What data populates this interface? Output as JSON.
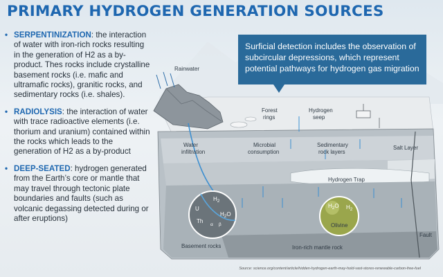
{
  "title": "PRIMARY HYDROGEN GENERATION SOURCES",
  "bullets": [
    {
      "term": "SERPENTINIZATION",
      "text": ": the interaction of water with iron-rich rocks resulting in the generation of H2 as a by-product. Thes rocks include crystalline basement rocks (i.e. mafic and ultramafic rocks), granitic rocks, and sedimentary rocks (i.e. shales)."
    },
    {
      "term": "RADIOLYSIS",
      "text": ": the interaction of water with trace radioactive elements (i.e. thorium and uranium) contained within the rocks which leads to the generation of H2 as a by-product"
    },
    {
      "term": "DEEP-SEATED",
      "text": ": hydrogen generated from the Earth’s core or mantle that may travel through tectonic plate boundaries and faults (such as volcanic degassing detected during or after eruptions)"
    }
  ],
  "callout": "Surficial detection includes the observation of subcircular depressions, which represent potential pathways for hydrogen gas migration",
  "diagram": {
    "rainwater": "Rainwater",
    "forest_rings": [
      "Forest",
      "rings"
    ],
    "hydrogen_seep": [
      "Hydrogen",
      "seep"
    ],
    "water_infiltration": [
      "Water",
      "infiltration"
    ],
    "microbial_consumption": [
      "Microbial",
      "consumption"
    ],
    "sedimentary_rock_layers": [
      "Sedimentary",
      "rock layers"
    ],
    "salt_layer": "Salt Layer",
    "hydrogen_trap": "Hydrogen Trap",
    "basement_rocks": "Basement rocks",
    "iron_rich_mantle_rock": "Iron-rich mantle rock",
    "fault": "Fault",
    "olivine": "Olivine",
    "uranium": "U",
    "thorium": "Th",
    "alpha": "α",
    "beta": "β",
    "h2": "H",
    "h2_sub": "2",
    "h2o": "H",
    "h2o_sub": "2",
    "h2o_o": "O"
  },
  "source": "Source: science.org/content/article/hidden-hydrogen-earth-may-hold-vast-stores-renewable-carbon-free-fuel"
}
